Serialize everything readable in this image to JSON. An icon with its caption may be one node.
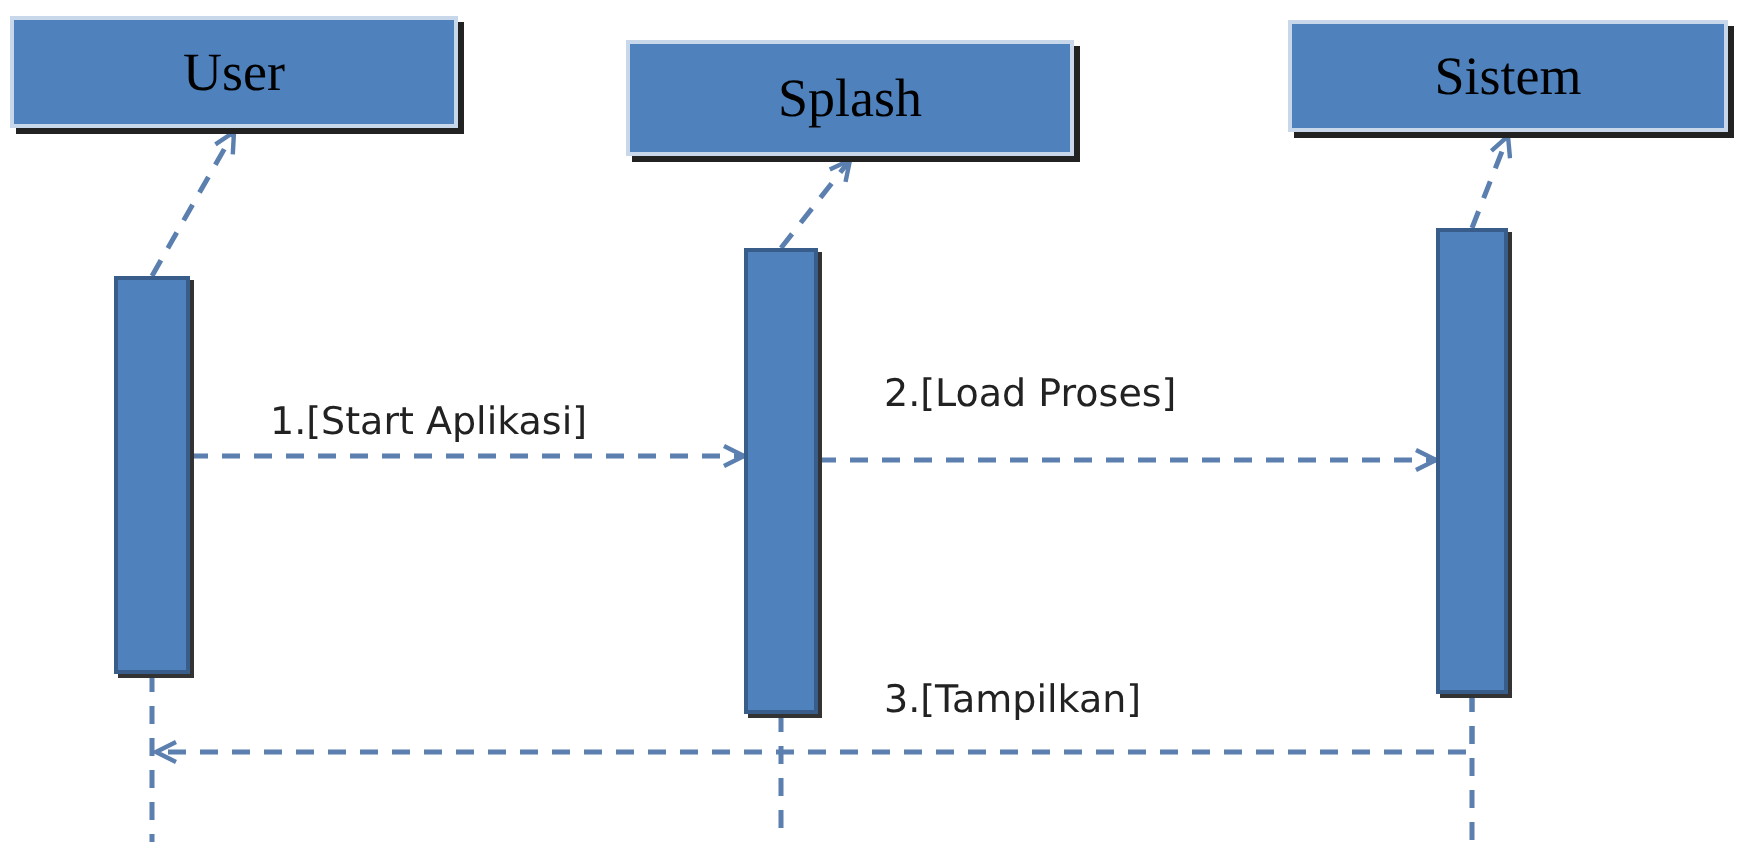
{
  "diagram": {
    "nodes": [
      {
        "text": [
          "User"
        ]
      },
      {
        "text": [
          "Splash"
        ]
      },
      {
        "text": [
          "Sistem"
        ]
      },
      {
        "text": [],
        "shape": "bar"
      },
      {
        "text": [],
        "shape": "bar"
      },
      {
        "text": [],
        "shape": "bar"
      }
    ],
    "edges": [
      {
        "from": 3,
        "to": 0,
        "arrow": "to",
        "style": "dashed"
      },
      {
        "from": 4,
        "to": 1,
        "arrow": "to",
        "style": "dashed"
      },
      {
        "from": 5,
        "to": 2,
        "arrow": "to",
        "style": "dashed"
      },
      {
        "from": 3,
        "to": 4,
        "arrow": "to",
        "style": "dashed",
        "label": "1.[Start Aplikasi]"
      },
      {
        "from": 4,
        "to": 5,
        "arrow": "to",
        "style": "dashed",
        "label": "2.[Load Proses]"
      },
      {
        "from": 5,
        "to": 3,
        "arrow": "to",
        "style": "dashed",
        "label": "3.[Tampilkan]"
      }
    ]
  }
}
